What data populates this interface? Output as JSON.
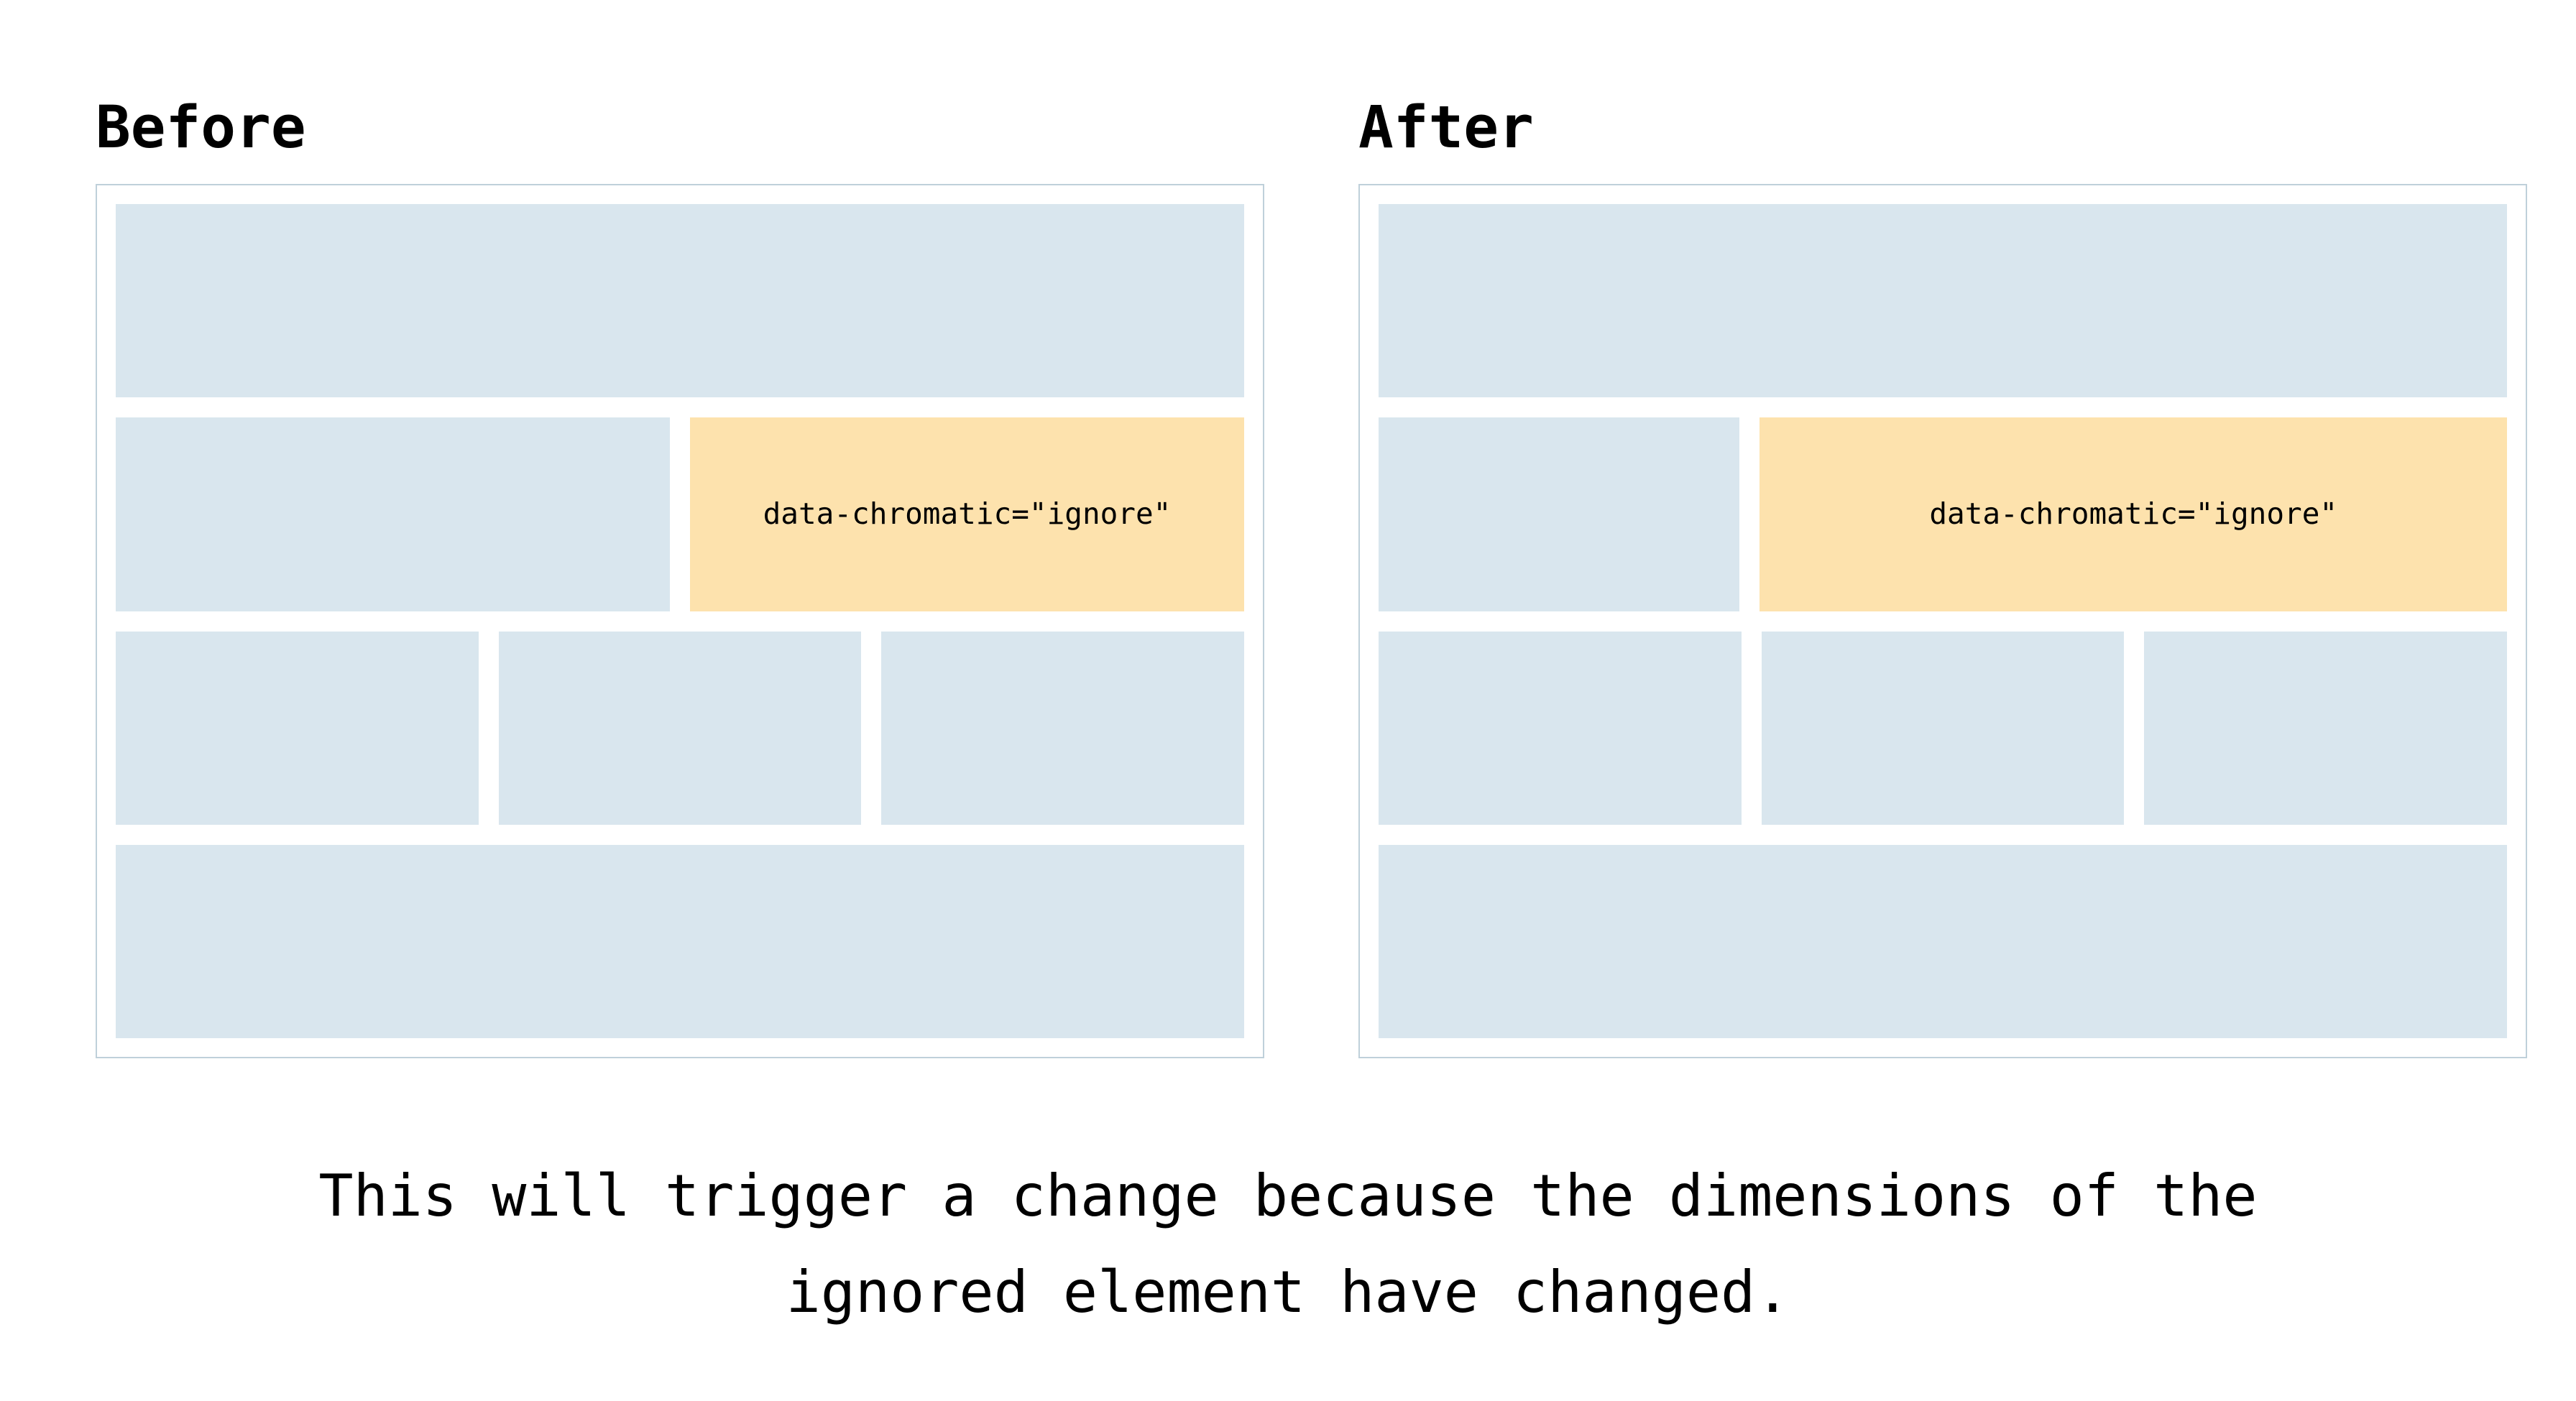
{
  "diagram": {
    "caption": {
      "line1": "This will trigger a change because the dimensions of the",
      "line2": "ignored element have changed."
    },
    "panels": [
      {
        "title": "Before",
        "ignored_label": "data-chromatic=\"ignore\"",
        "rows": [
          {
            "type": "full-width-block"
          },
          {
            "type": "split",
            "first_block_fraction": 0.49,
            "ignored_block_fraction": 0.49
          },
          {
            "type": "three-equal-blocks"
          },
          {
            "type": "full-width-block"
          }
        ]
      },
      {
        "title": "After",
        "ignored_label": "data-chromatic=\"ignore\"",
        "rows": [
          {
            "type": "full-width-block"
          },
          {
            "type": "split",
            "first_block_fraction": 0.32,
            "ignored_block_fraction": 0.66
          },
          {
            "type": "three-equal-blocks"
          },
          {
            "type": "full-width-block"
          }
        ]
      }
    ],
    "colors": {
      "background": "#ffffff",
      "block_blue": "#d9e6ee",
      "block_orange": "#fde2ad",
      "panel_border": "#bfd0da",
      "text": "#000000"
    }
  }
}
